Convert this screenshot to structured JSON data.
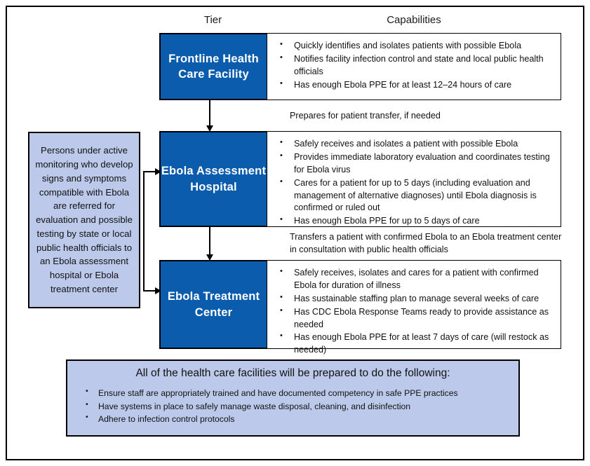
{
  "headers": {
    "tier": "Tier",
    "capabilities": "Capabilities"
  },
  "colors": {
    "tier_box_blue": "#0C5CAD",
    "panel_light_blue": "#BCC9EA",
    "border_black": "#000000",
    "page_background": "#FFFFFF"
  },
  "sidebar": {
    "text": "Persons under active monitoring who develop signs and symptoms compatible with Ebola are referred for evaluation and possible testing by state or local public health officials to an Ebola assessment hospital or Ebola treatment center"
  },
  "tiers": [
    {
      "name": "Frontline Health Care Facility",
      "capabilities": [
        "Quickly identifies and isolates patients with possible Ebola",
        "Notifies facility infection control and state and local public health officials",
        "Has enough Ebola PPE for at least 12–24 hours of care"
      ]
    },
    {
      "name": "Ebola Assessment Hospital",
      "capabilities": [
        "Safely receives and isolates a patient with possible Ebola",
        "Provides immediate laboratory evaluation and coordinates testing for Ebola virus",
        "Cares for a patient for up to 5 days (including evaluation and management of alternative diagnoses) until Ebola diagnosis is confirmed or ruled out",
        "Has enough Ebola PPE for up to 5 days of care"
      ]
    },
    {
      "name": "Ebola Treatment Center",
      "capabilities": [
        "Safely receives, isolates  and cares for a patient with confirmed Ebola for duration of illness",
        "Has sustainable staffing plan to manage several weeks of care",
        "Has CDC Ebola Response Teams ready to provide assistance as needed",
        "Has enough Ebola PPE for at least 7 days of care (will restock as needed)"
      ]
    }
  ],
  "connectors": [
    {
      "label": "Prepares for patient transfer, if needed"
    },
    {
      "label": "Transfers a patient with confirmed Ebola to an Ebola treatment center in consultation with public health officials"
    }
  ],
  "summary": {
    "title": "All of the health care facilities will be prepared to do the following:",
    "items": [
      "Ensure staff are appropriately trained and have documented competency in safe PPE practices",
      "Have systems in place to safely manage waste disposal, cleaning, and disinfection",
      "Adhere to infection control protocols"
    ]
  }
}
